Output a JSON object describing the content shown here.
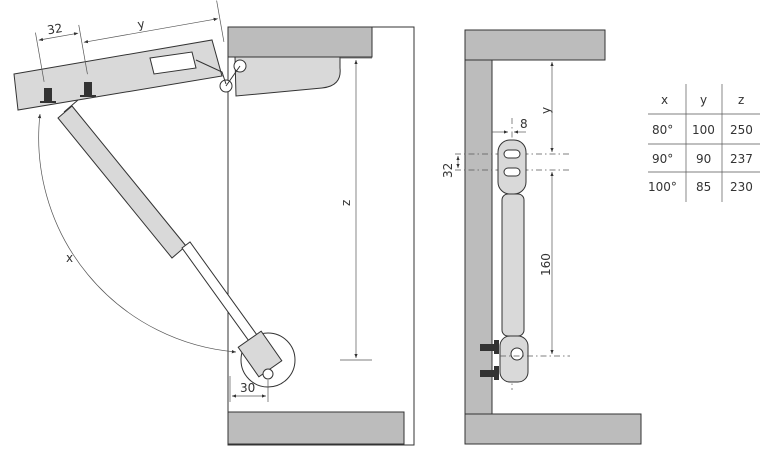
{
  "dimensions": {
    "left_32": "32",
    "left_y": "y",
    "left_z": "z",
    "left_x": "x",
    "left_30": "30",
    "right_8": "8",
    "right_y": "y",
    "right_32": "32",
    "right_160": "160"
  },
  "table": {
    "headers": [
      "x",
      "y",
      "z"
    ],
    "rows": [
      [
        "80°",
        "100",
        "250"
      ],
      [
        "90°",
        "90",
        "237"
      ],
      [
        "100°",
        "85",
        "230"
      ]
    ]
  }
}
